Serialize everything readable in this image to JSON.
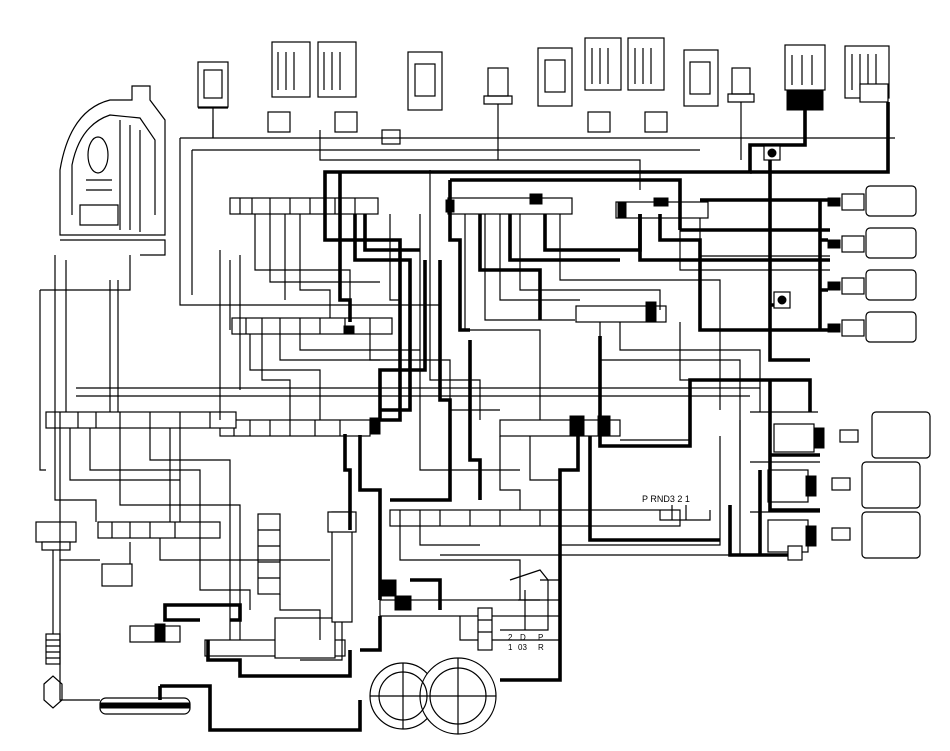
{
  "labels": {
    "range_positions": "P  RND3 2 1",
    "lever_col_1": "2",
    "lever_col_1b": "1",
    "lever_col_2": "D",
    "lever_col_2b": "03",
    "lever_col_3": "P",
    "lever_col_3b": "R"
  },
  "colors": {
    "line": "#000000",
    "background": "#ffffff"
  },
  "icons": {
    "torque_converter": "torque-converter-icon",
    "pump": "oil-pump-icon",
    "solenoid": "solenoid-valve-icon",
    "accumulator": "accumulator-icon",
    "servo": "servo-piston-icon",
    "filter": "oil-filter-icon"
  }
}
